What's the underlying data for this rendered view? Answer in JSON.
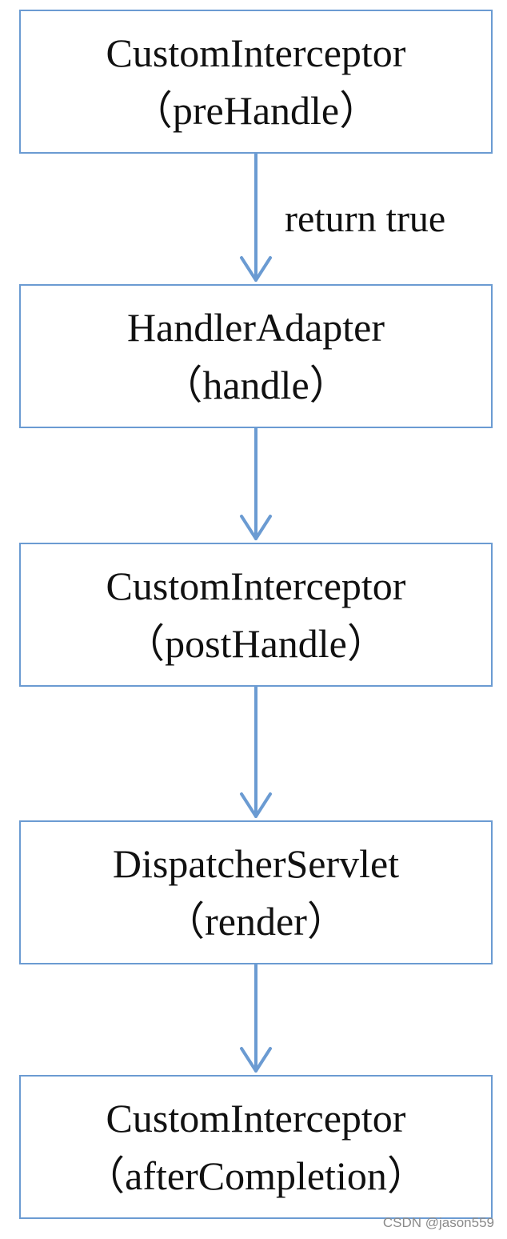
{
  "diagram": {
    "nodes": [
      {
        "title": "CustomInterceptor",
        "subtitle": "（preHandle）"
      },
      {
        "title": "HandlerAdapter",
        "subtitle": "（handle）"
      },
      {
        "title": "CustomInterceptor",
        "subtitle": "（postHandle）"
      },
      {
        "title": "DispatcherServlet",
        "subtitle": "（render）"
      },
      {
        "title": "CustomInterceptor",
        "subtitle": "（afterCompletion）"
      }
    ],
    "edges": [
      {
        "label": "return true"
      },
      {
        "label": ""
      },
      {
        "label": ""
      },
      {
        "label": ""
      }
    ]
  },
  "colors": {
    "border": "#6b9bd2",
    "arrow": "#6b9bd2",
    "text": "#111111"
  },
  "watermark": "CSDN @jason559"
}
